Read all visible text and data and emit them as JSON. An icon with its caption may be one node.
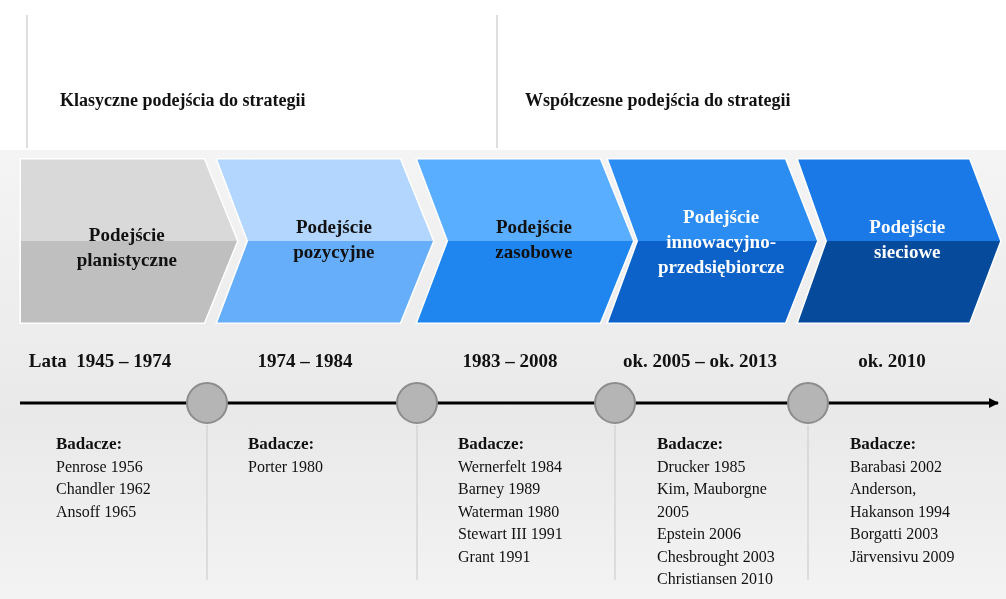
{
  "diagram": {
    "nodes": [
      {
        "text": [
          "Podejście planistyczne"
        ],
        "beside": [
          "Lata  1945 – 1974",
          "Badacze:",
          "Penrose 1956",
          "Chandler 1962",
          "Ansoff 1965"
        ]
      },
      {
        "text": [
          "Podejście pozycyjne"
        ],
        "beside": [
          "1974 – 1984",
          "Badacze:",
          "Porter 1980"
        ]
      },
      {
        "text": [
          "Podejście zasobowe"
        ],
        "beside": [
          "1983 – 2008",
          "Badacze:",
          "Wernerfelt 1984",
          "Barney 1989",
          "Waterman 1980",
          "Stewart III 1991",
          "Grant 1991"
        ]
      },
      {
        "text": [
          "Podejście innowacyjno-przedsiębiorcze"
        ],
        "beside": [
          "ok. 2005 – ok. 2013",
          "Badacze:",
          "Drucker 1985",
          "Kim, Mauborgne 2005",
          "Epstein 2006",
          "Chesbrought 2003",
          "Christiansen 2010"
        ]
      },
      {
        "text": [
          "Podejście sieciowe"
        ],
        "beside": [
          "ok. 2010",
          "Badacze:",
          "Barabasi 2002",
          "Anderson, Hakanson 1994",
          "Borgatti 2003",
          "Järvensivu 2009"
        ]
      }
    ],
    "edges": [],
    "labels": [
      "Klasyczne podejścia do strategii",
      "Współczesne podejścia do strategii"
    ]
  }
}
